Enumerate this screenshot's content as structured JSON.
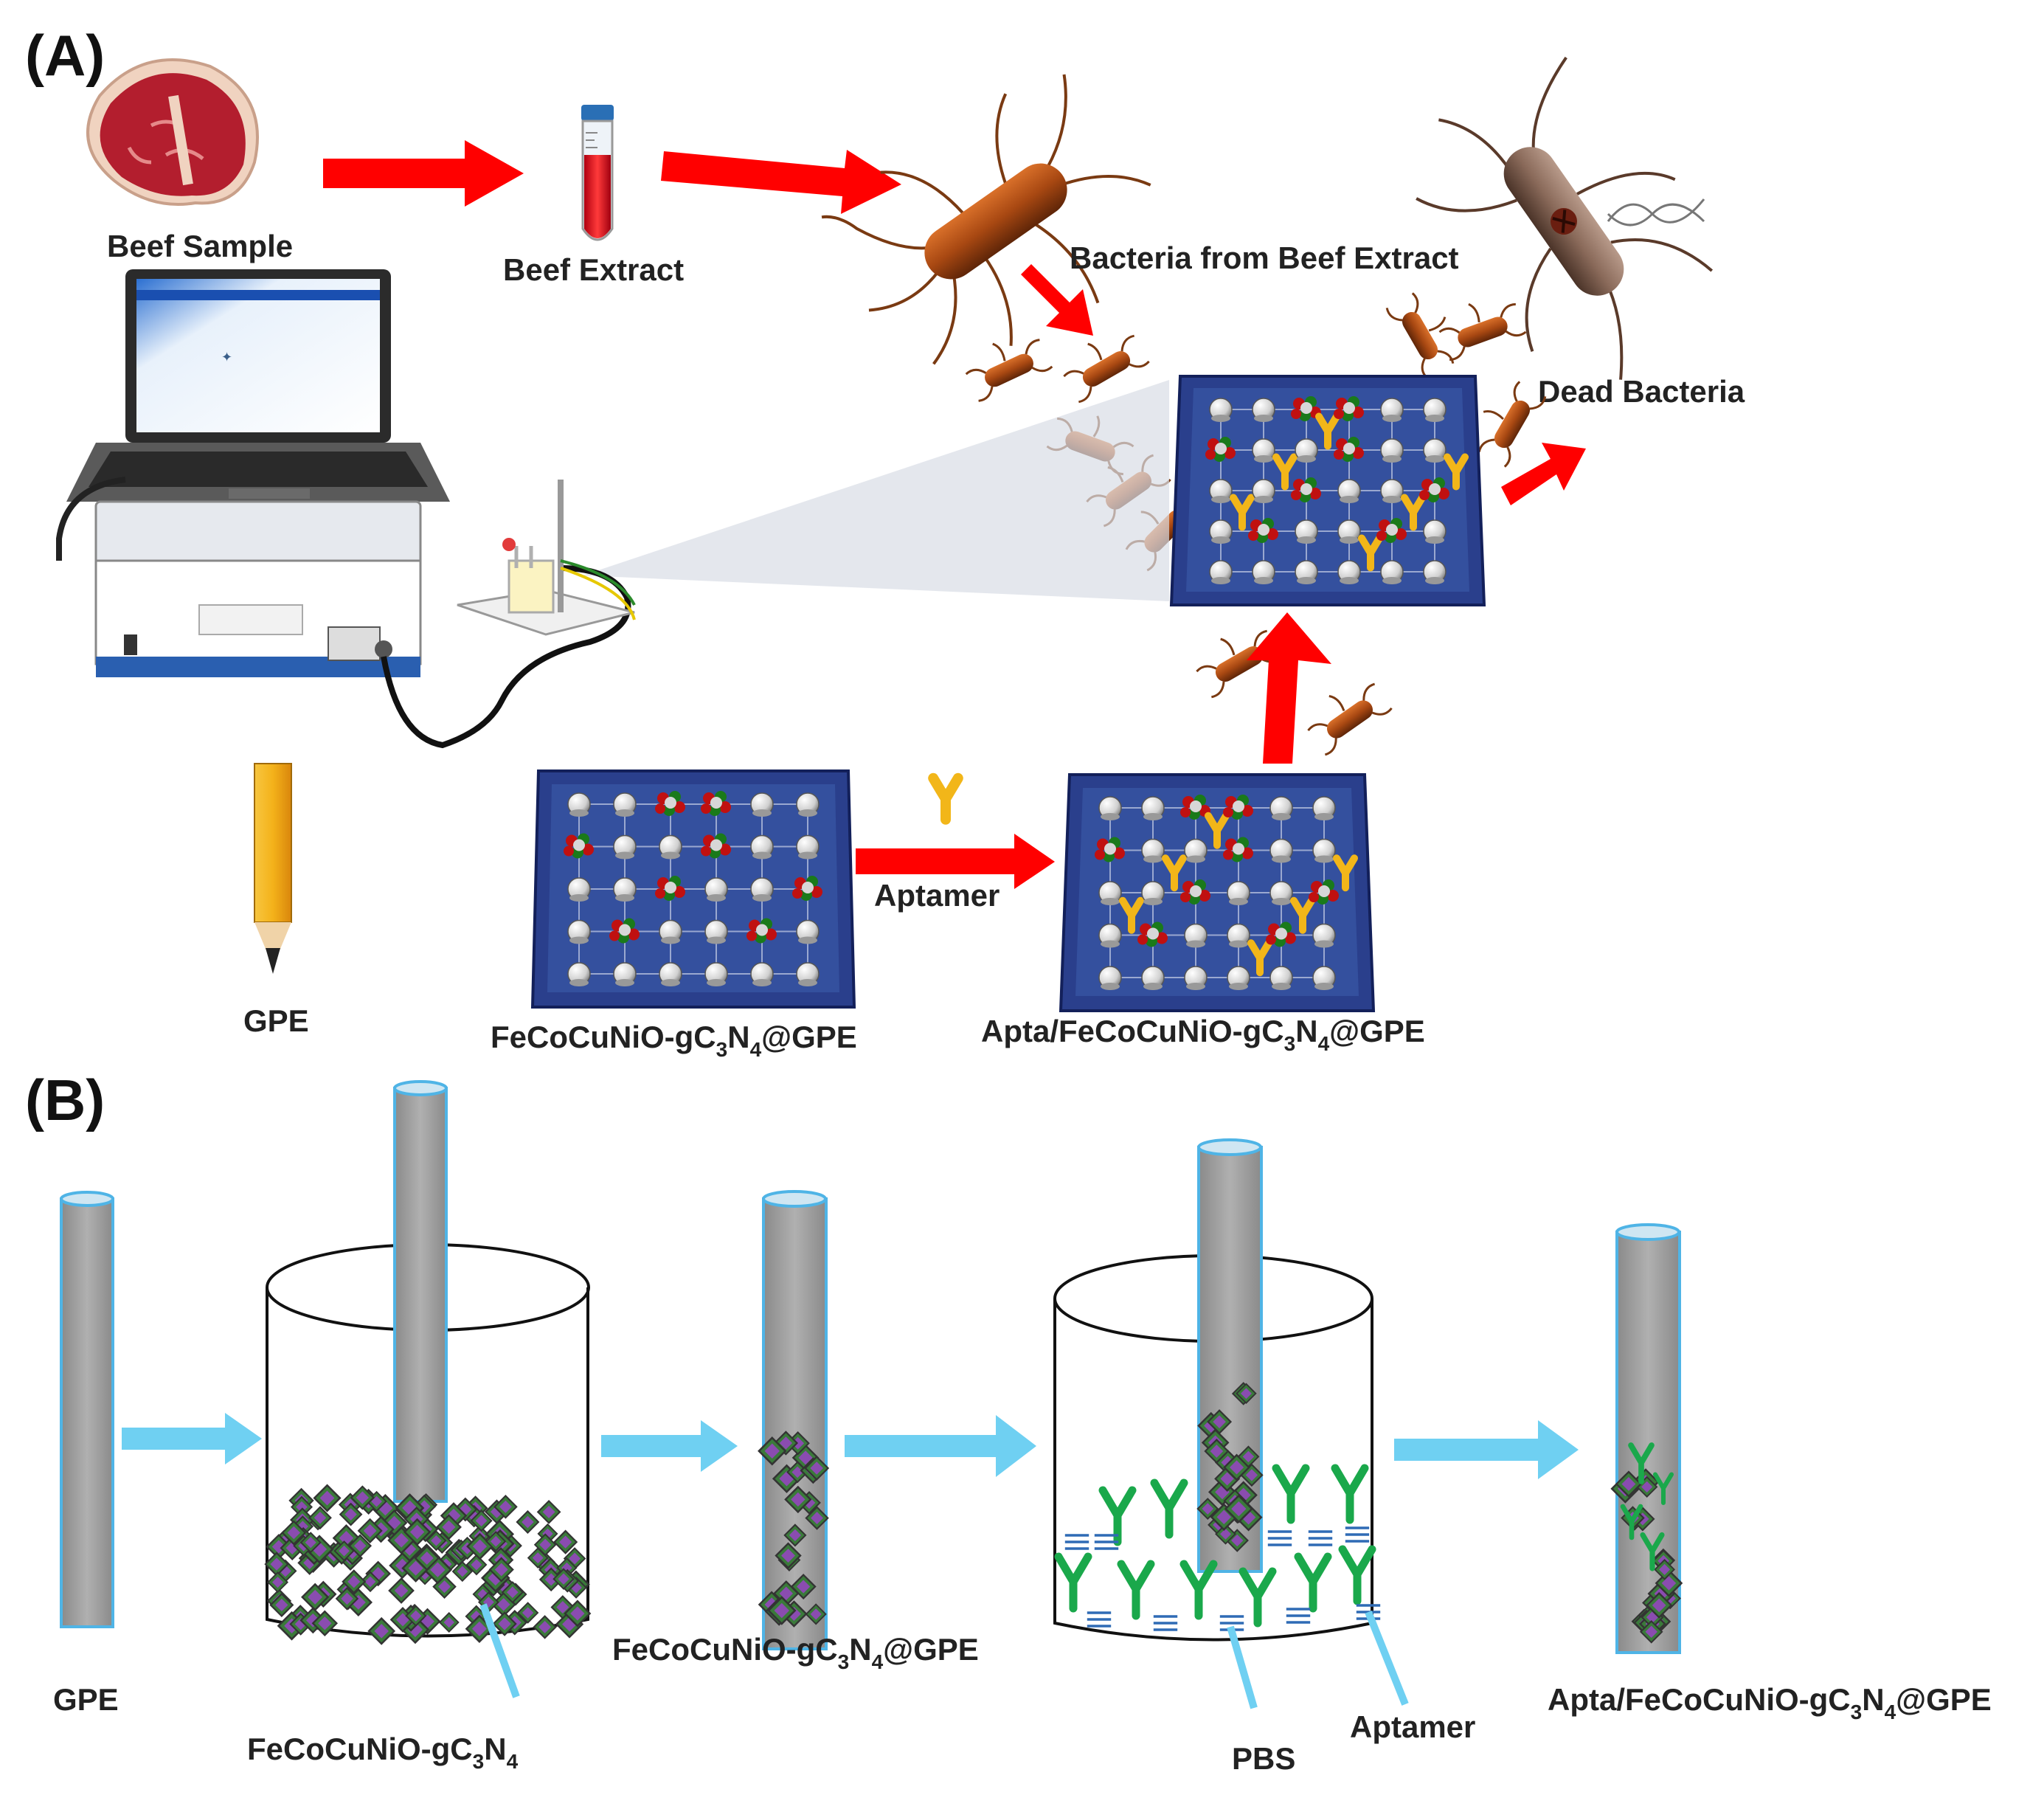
{
  "colors": {
    "red_arrow": "#ff0000",
    "blue_arrow": "#6fd0f2",
    "plate_blue": "#2a3f8c",
    "electrode_gray": "#9a9a9a",
    "electrode_rim": "#4fb4e6",
    "aptamer_yellow": "#f2b619",
    "aptamer_green": "#1aa84b",
    "bacterium_brown": "#7a3a12",
    "pencil_yellow": "#f4b21a"
  },
  "icons": [
    "beef-steak-icon",
    "test-tube-icon",
    "bacterium-icon",
    "dead-bacterium-icon",
    "laptop-icon",
    "potentiostat-icon",
    "electrochemical-cell-icon",
    "pencil-icon",
    "aptamer-icon",
    "electrode-plate-icon",
    "beaker-icon",
    "nanoparticle-cluster-icon"
  ],
  "panel_a": {
    "label": "(A)",
    "beef_sample": "Beef Sample",
    "beef_extract": "Beef Extract",
    "bacteria_from_beef": "Bacteria from Beef Extract",
    "dead_bacteria": "Dead Bacteria",
    "gpe": "GPE",
    "aptamer": "Aptamer",
    "modified": "FeCoCuNiO-gC",
    "modified_sub1": "3",
    "modified_mid": "N",
    "modified_sub2": "4",
    "modified_tail": "@GPE",
    "apta_modified": "Apta/FeCoCuNiO-gC",
    "apta_sub1": "3",
    "apta_mid": "N",
    "apta_sub2": "4",
    "apta_tail": "@GPE"
  },
  "panel_b": {
    "label": "(B)",
    "gpe": "GPE",
    "nanocomposite": "FeCoCuNiO-gC",
    "nano_sub1": "3",
    "nano_mid": "N",
    "nano_sub2": "4",
    "modified": "FeCoCuNiO-gC",
    "mod_sub1": "3",
    "mod_mid": "N",
    "mod_sub2": "4",
    "mod_tail": "@GPE",
    "pbs": "PBS",
    "aptamer": "Aptamer",
    "apta_modified": "Apta/FeCoCuNiO-gC",
    "apta_sub1": "3",
    "apta_mid": "N",
    "apta_sub2": "4",
    "apta_tail": "@GPE"
  }
}
